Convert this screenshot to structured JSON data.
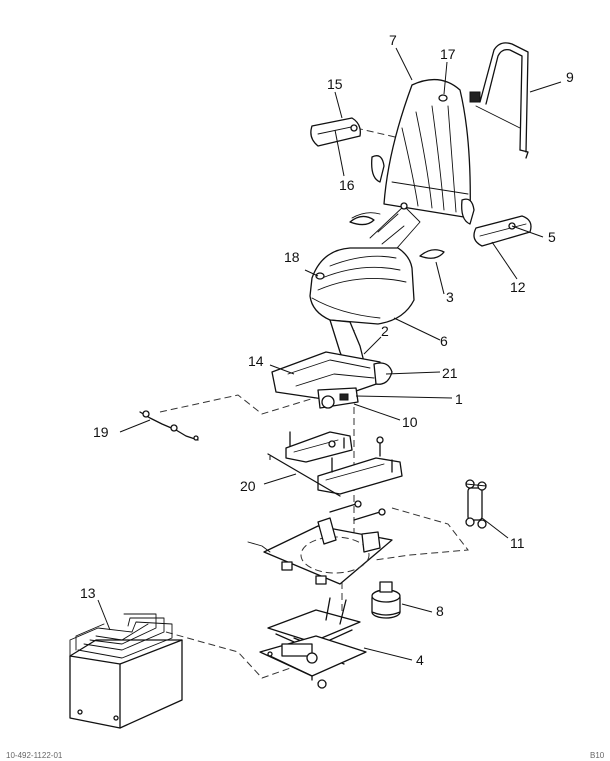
{
  "callouts": {
    "c1": "1",
    "c2": "2",
    "c3": "3",
    "c4": "4",
    "c5": "5",
    "c6": "6",
    "c7": "7",
    "c8": "8",
    "c9": "9",
    "c10": "10",
    "c11": "11",
    "c12": "12",
    "c13": "13",
    "c14": "14",
    "c15": "15",
    "c16": "16",
    "c17": "17",
    "c18": "18",
    "c19": "19",
    "c20": "20",
    "c21": "21"
  },
  "footer": {
    "left": "10-492-1122-01",
    "right": "B10"
  }
}
